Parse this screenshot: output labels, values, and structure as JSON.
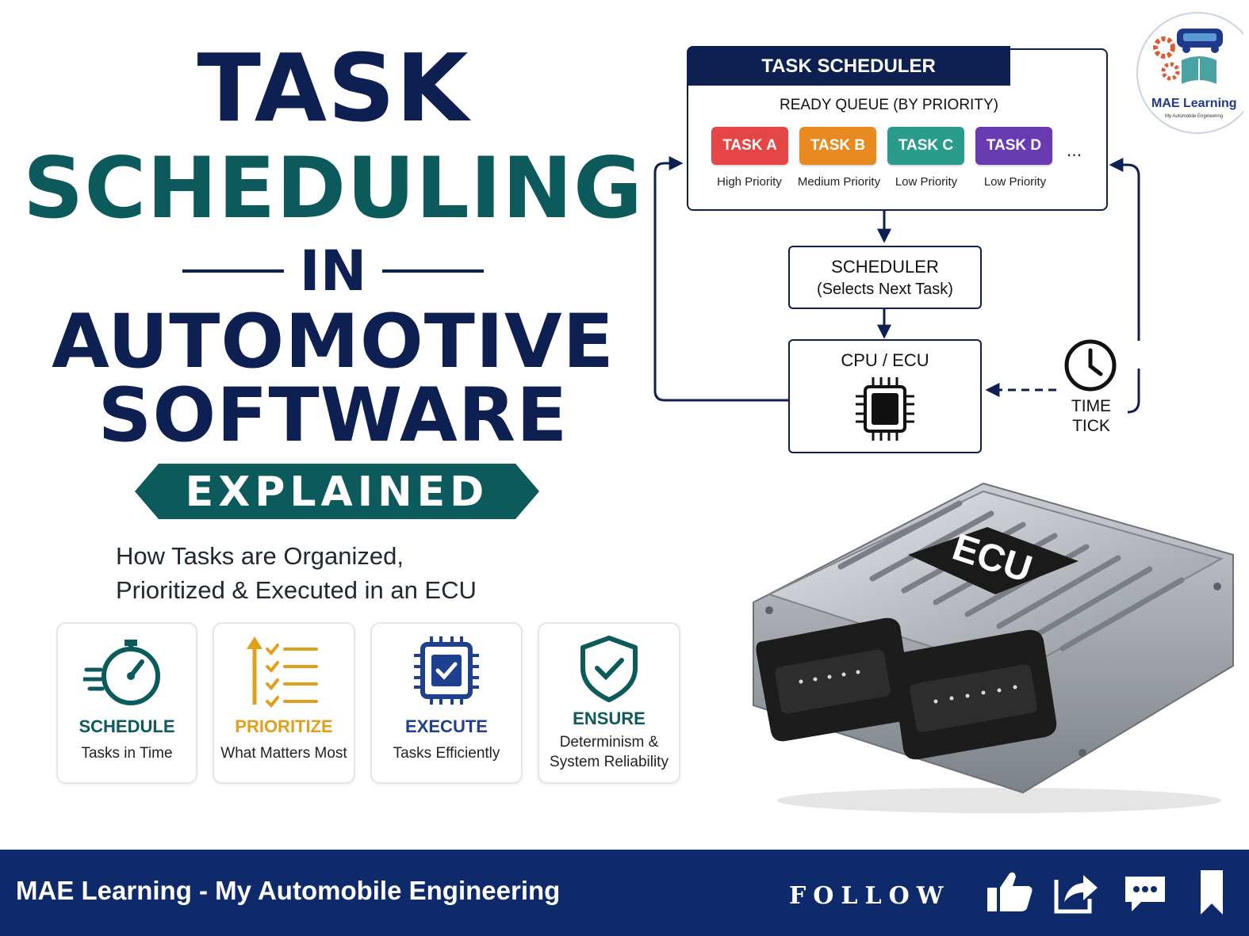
{
  "title": {
    "line1": "TASK",
    "line2": "SCHEDULING",
    "line3": "IN",
    "line4": "AUTOMOTIVE",
    "line5": "SOFTWARE",
    "banner": "EXPLAINED"
  },
  "subtitle": {
    "line1": "How Tasks are Organized,",
    "line2": "Prioritized & Executed in an ECU"
  },
  "cards": [
    {
      "title": "SCHEDULE",
      "sub1": "Tasks in Time",
      "sub2": "",
      "color": "#0c5a5c",
      "icon": "stopwatch-icon"
    },
    {
      "title": "PRIORITIZE",
      "sub1": "What Matters Most",
      "sub2": "",
      "color": "#e0a01b",
      "icon": "priority-list-icon"
    },
    {
      "title": "EXECUTE",
      "sub1": "Tasks Efficiently",
      "sub2": "",
      "color": "#1f3f8f",
      "icon": "chip-check-icon"
    },
    {
      "title": "ENSURE",
      "sub1": "Determinism &",
      "sub2": "System Reliability",
      "color": "#0c5a5c",
      "icon": "shield-check-icon"
    }
  ],
  "diagram": {
    "header": "TASK SCHEDULER",
    "queue_label": "READY QUEUE (BY PRIORITY)",
    "tasks": [
      {
        "name": "TASK A",
        "priority": "High Priority",
        "color": "#e64545"
      },
      {
        "name": "TASK B",
        "priority": "Medium Priority",
        "color": "#e88a1f"
      },
      {
        "name": "TASK C",
        "priority": "Low Priority",
        "color": "#2a9c8c"
      },
      {
        "name": "TASK D",
        "priority": "Low Priority",
        "color": "#6a3ab0"
      }
    ],
    "ellipsis": "...",
    "scheduler_title": "SCHEDULER",
    "scheduler_sub": "(Selects Next Task)",
    "cpu_label": "CPU / ECU",
    "time_tick_1": "TIME",
    "time_tick_2": "TICK"
  },
  "ecu_label": "ECU",
  "logo": {
    "name": "MAE Learning",
    "tagline": "My Automobile Engineering"
  },
  "footer": {
    "text": "MAE Learning - My Automobile Engineering",
    "follow": "FOLLOW",
    "icons": [
      "like-icon",
      "share-icon",
      "comment-icon",
      "bookmark-icon"
    ]
  },
  "colors": {
    "navy": "#0e1f52",
    "teal": "#0c5a5c",
    "footer_bg": "#0e2a6b"
  }
}
